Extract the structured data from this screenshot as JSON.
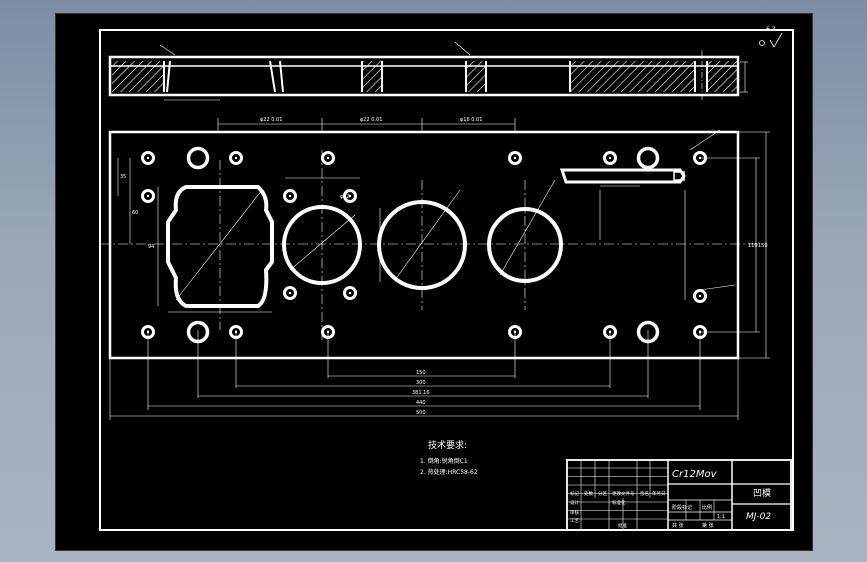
{
  "drawing": {
    "material": "Cr12Mov",
    "part_name": "凹模",
    "drawing_no": "MJ-02",
    "tech_req_title": "技术要求:",
    "tech_req_items": [
      "1. 倒角:锐角倒C1",
      "2. 热处理:HRC58-62"
    ],
    "roughness_top": "6.3",
    "scale_label": "比例",
    "scale_value": "1:1",
    "dims_bottom": [
      "150",
      "300",
      "381.16",
      "440",
      "500"
    ],
    "dims_top": [
      "φ22 0.01",
      "φ22 0.01",
      "φ16 0.01"
    ],
    "dims_right": [
      "110",
      "150"
    ],
    "dims_left": [
      "35",
      "60",
      "94",
      "φ32"
    ],
    "tb_labels": [
      "标记",
      "处数",
      "分区",
      "更改文件号",
      "签名",
      "年月日",
      "设计",
      "标准化",
      "阶段标记",
      "重量",
      "比例",
      "审核",
      "工艺",
      "批准",
      "共 张",
      "第 张"
    ]
  },
  "colors": {
    "background": "#8a9aac",
    "sheet": "#000000",
    "lines": "#ffffff"
  }
}
